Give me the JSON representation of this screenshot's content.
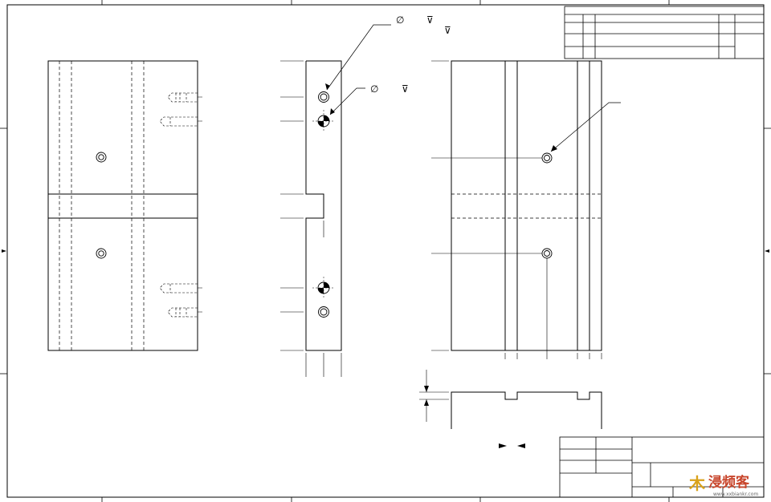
{
  "annotations": {
    "diameter_symbol": "∅",
    "depth_symbol": "⊽"
  },
  "watermark": {
    "logo_mark": "木",
    "brand_text": "浸频客",
    "domain_text": "www.xxbiankr.com"
  },
  "colors": {
    "line": "#000000",
    "paper": "#ffffff",
    "watermark_gold": "#d9a21b",
    "watermark_red": "#c8452b"
  }
}
